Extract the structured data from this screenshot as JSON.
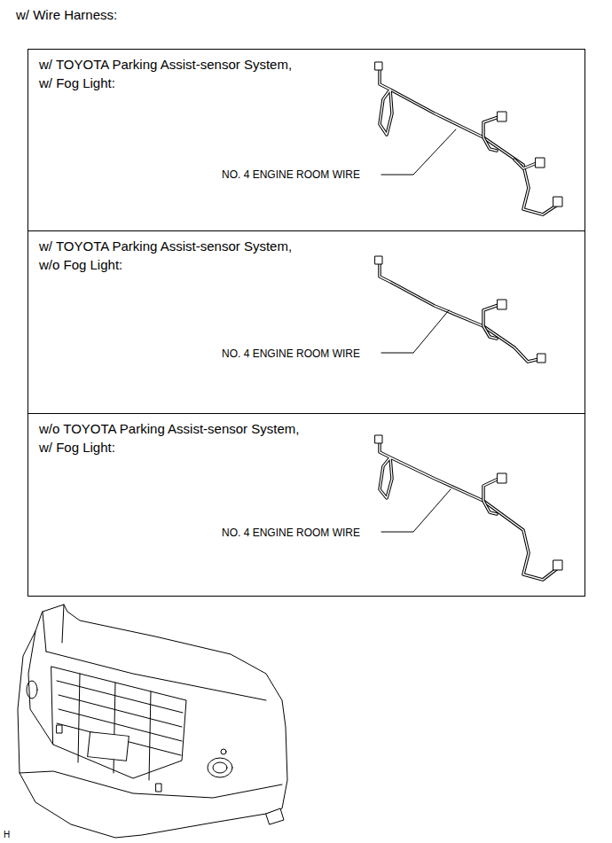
{
  "diagram": {
    "nodes": [
      {
        "text": [
          "w/ TOYOTA Parking Assist-sensor System, w/ Fog Light:",
          "NO. 4 ENGINE ROOM WIRE"
        ]
      },
      {
        "text": [
          "w/ TOYOTA Parking Assist-sensor System, w/o Fog Light:",
          "NO. 4 ENGINE ROOM WIRE"
        ]
      },
      {
        "text": [
          "w/o TOYOTA Parking Assist-sensor System, w/ Fog Light:",
          "NO. 4 ENGINE ROOM WIRE"
        ]
      }
    ],
    "labels": [
      "w/ Wire Harness:",
      "H"
    ]
  }
}
